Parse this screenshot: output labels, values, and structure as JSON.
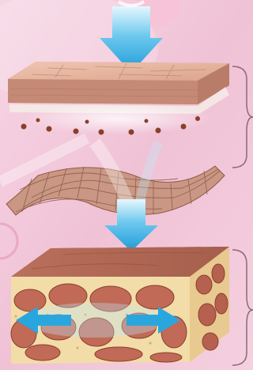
{
  "colors": {
    "background": "#f2c6d9",
    "background_light": "#f9dde9",
    "arrow": "#2aa6df",
    "arrow_light": "#bfe8f8",
    "skin_top": "#e9b9a3",
    "skin_side": "#c98d78",
    "mesh": "#9a6351",
    "fat_cell": "#c06a57",
    "fat_tissue": "#f2dca8",
    "dermis_dot": "#8a3f2a",
    "bracket": "#8a6a78"
  },
  "elements": [
    "arrow-down-icon",
    "skin-layer-top",
    "dermis-dots",
    "collagen-mesh",
    "arrow-down-icon",
    "tissue-block",
    "arrow-left-icon",
    "arrow-right-icon",
    "bracket"
  ]
}
